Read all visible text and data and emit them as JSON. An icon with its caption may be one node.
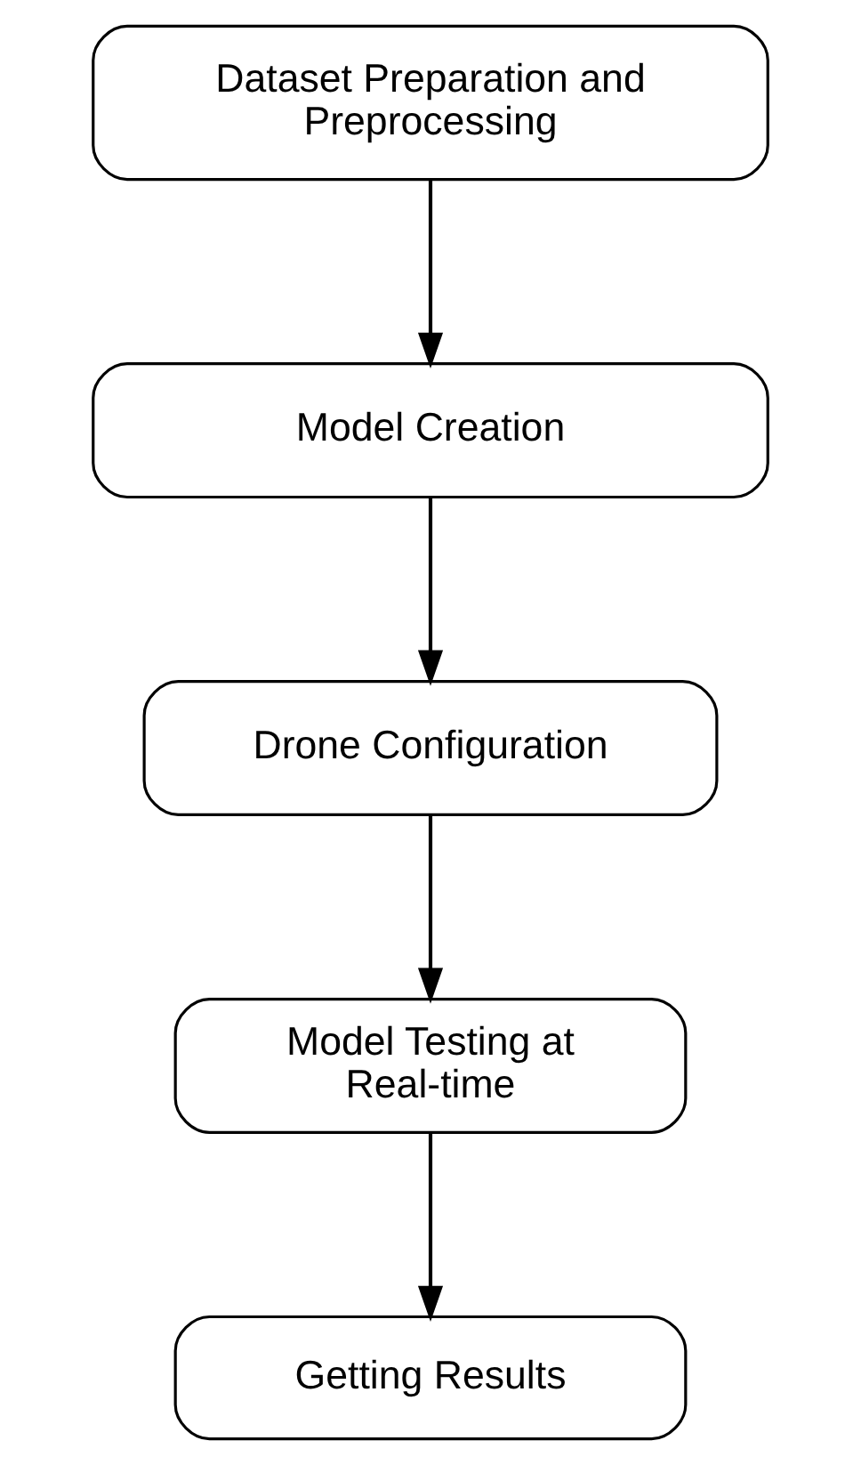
{
  "diagram": {
    "nodes": [
      {
        "text": [
          "Dataset Preparation and Preprocessing"
        ]
      },
      {
        "text": [
          "Model Creation"
        ]
      },
      {
        "text": [
          "Drone Configuration"
        ]
      },
      {
        "text": [
          "Model Testing at Real-time"
        ]
      },
      {
        "text": [
          "Getting Results"
        ]
      }
    ],
    "edges": [
      {
        "from": 0,
        "to": 1,
        "arrow": "to"
      },
      {
        "from": 1,
        "to": 2,
        "arrow": "to"
      },
      {
        "from": 2,
        "to": 3,
        "arrow": "to"
      },
      {
        "from": 3,
        "to": 4,
        "arrow": "to"
      }
    ]
  }
}
